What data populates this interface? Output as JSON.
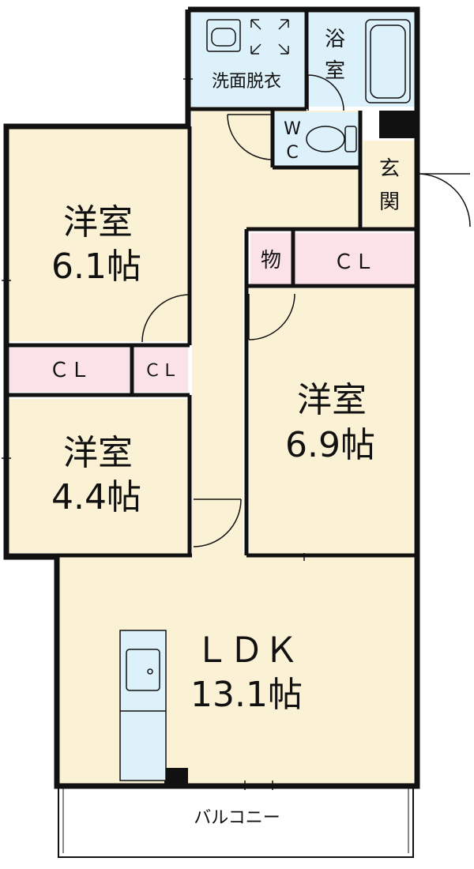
{
  "colors": {
    "floor": "#FBF1D5",
    "wet_area": "#DDF1FA",
    "closet": "#FBE1E8",
    "wall": "#111111",
    "balcony": "#FFFFFF"
  },
  "rooms": {
    "western_1": {
      "name": "洋室",
      "size": "6.1帖"
    },
    "western_2": {
      "name": "洋室",
      "size": "4.4帖"
    },
    "western_3": {
      "name": "洋室",
      "size": "6.9帖"
    },
    "ldk": {
      "name": "ＬＤＫ",
      "size": "13.1帖"
    },
    "washroom": {
      "name": "洗面脱衣"
    },
    "bath": {
      "name_top": "浴",
      "name_bottom": "室"
    },
    "wc": {
      "name_top": "W",
      "name_bottom": "C"
    },
    "entrance": {
      "name_top": "玄",
      "name_bottom": "関"
    },
    "storage": {
      "name": "物"
    },
    "closet_right": {
      "name": "ＣＬ"
    },
    "closet_left_large": {
      "name": "ＣＬ"
    },
    "closet_left_small": {
      "name": "ＣＬ"
    },
    "balcony": {
      "name": "バルコニー"
    }
  },
  "icons": [
    "washbasin-icon",
    "washing-machine-icon",
    "bathtub-icon",
    "toilet-icon",
    "kitchen-counter-icon",
    "sink-icon",
    "door-swing-icon"
  ]
}
